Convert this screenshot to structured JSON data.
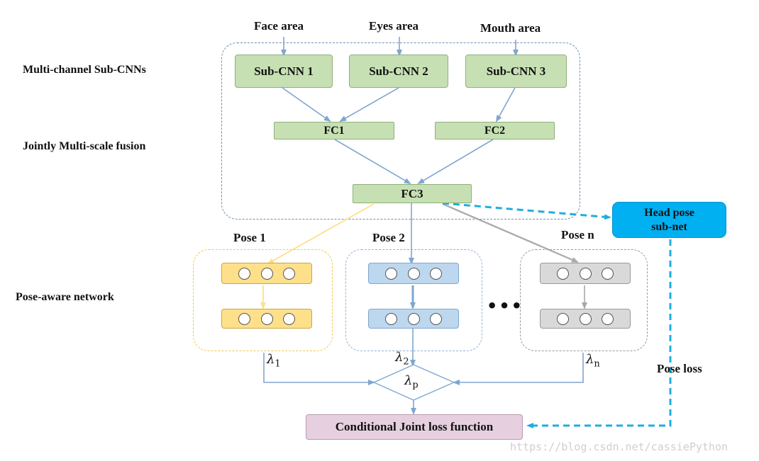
{
  "inputs": {
    "face": "Face area",
    "eyes": "Eyes area",
    "mouth": "Mouth area"
  },
  "row_labels": {
    "subcnns": "Multi-channel Sub-CNNs",
    "fusion": "Jointly Multi-scale fusion",
    "pose_aware": "Pose-aware network"
  },
  "subcnns": [
    "Sub-CNN 1",
    "Sub-CNN 2",
    "Sub-CNN 3"
  ],
  "fc": {
    "fc1": "FC1",
    "fc2": "FC2",
    "fc3": "FC3"
  },
  "head_pose": {
    "line1": "Head pose",
    "line2": "sub-net"
  },
  "poses": [
    "Pose 1",
    "Pose 2",
    "Pose n"
  ],
  "ellipsis": "•••",
  "lambdas": {
    "l1_symbol": "λ",
    "l1_sub": "1",
    "l2_symbol": "λ",
    "l2_sub": "2",
    "ln_symbol": "λ",
    "ln_sub": "n",
    "lp_symbol": "λ",
    "lp_sub": "p"
  },
  "pose_loss": "Pose loss",
  "loss_function": "Conditional Joint loss function",
  "watermark": "https://blog.csdn.net/cassiePython",
  "colors": {
    "green_fill": "#c6e0b4",
    "yellow_fill": "#ffe08a",
    "blue_fill": "#bdd7ee",
    "gray_fill": "#d9d9d9",
    "head_pose_fill": "#00b0f0",
    "loss_fill": "#e6d0e0",
    "arrow_blue": "#7ea6d0",
    "dashed_cyan": "#1eaee0"
  }
}
